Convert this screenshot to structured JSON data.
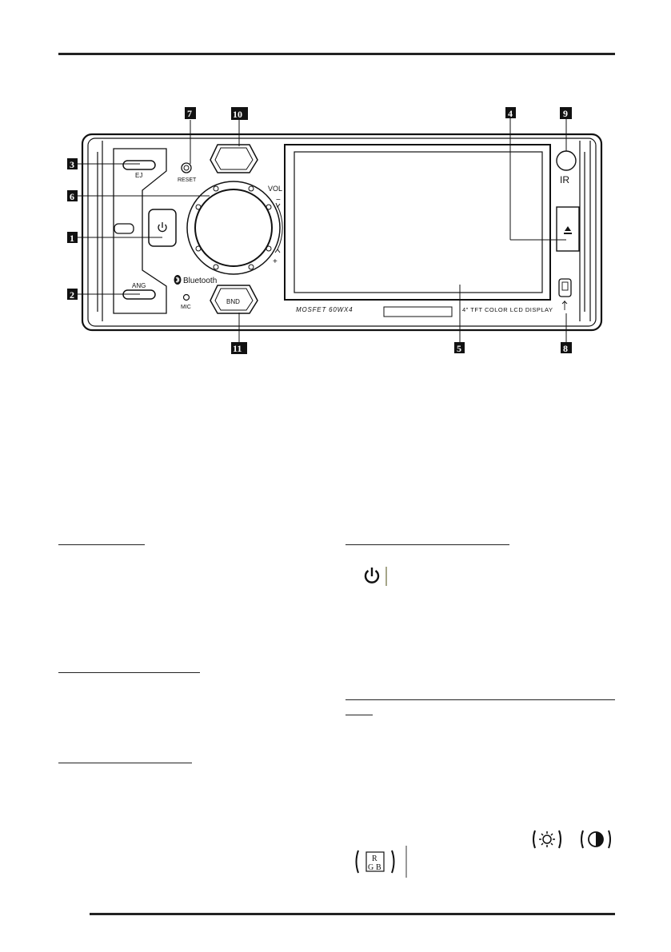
{
  "callouts": [
    "1",
    "2",
    "3",
    "4",
    "5",
    "6",
    "7",
    "8",
    "9",
    "10",
    "11"
  ],
  "panel": {
    "ej_label": "EJ",
    "ang_label": "ANG",
    "reset_label": "RESET",
    "mic_label": "MIC",
    "bluetooth_label": "Bluetooth",
    "vol_label": "VOL",
    "vol_minus": "−",
    "vol_plus": "+",
    "bnd_label": "BND",
    "ir_label": "IR",
    "mosfet_label": "MOSFET 60WX4",
    "display_label": "4\" TFT COLOR LCD DISPLAY"
  },
  "icons": [
    "power-icon",
    "brightness-icon",
    "contrast-icon",
    "rgb-icon"
  ],
  "rgb_letters": {
    "r": "R",
    "g": "G",
    "b": "B"
  }
}
